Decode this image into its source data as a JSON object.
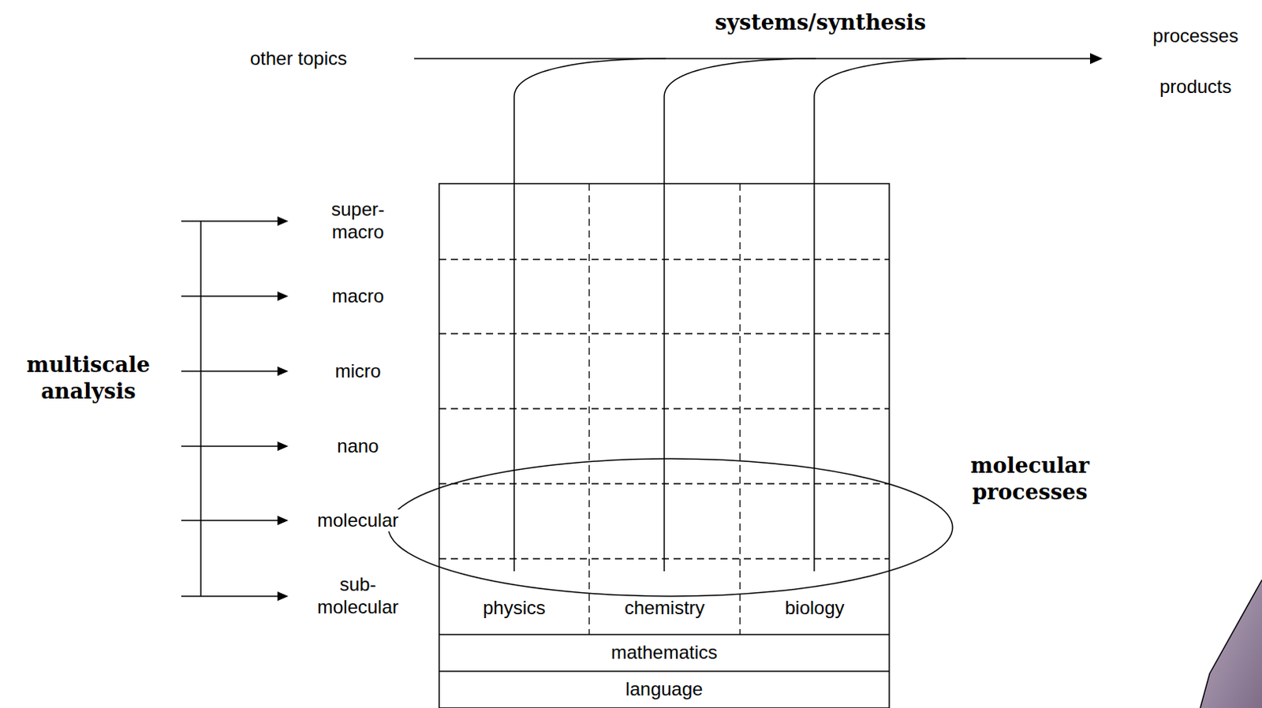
{
  "diagram": {
    "nodes": [
      {
        "text": [
          "physics"
        ]
      },
      {
        "text": [
          "chemistry"
        ]
      },
      {
        "text": [
          "biology"
        ]
      },
      {
        "text": [
          "mathematics"
        ]
      },
      {
        "text": [
          "language"
        ]
      }
    ],
    "labels": [
      "systems/synthesis",
      "other topics",
      "processes",
      "products",
      "multiscale analysis",
      "super- macro",
      "macro",
      "micro",
      "nano",
      "molecular",
      "sub- molecular",
      "molecular processes"
    ]
  }
}
